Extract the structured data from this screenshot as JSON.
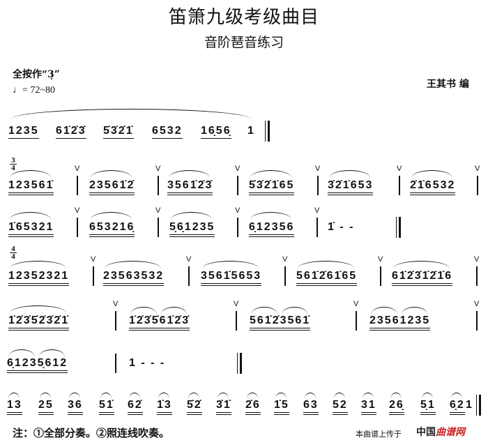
{
  "title": "笛箫九级考级曲目",
  "subtitle": "音阶琶音练习",
  "fingering_hint": "全按作“3̣”",
  "tempo": "♩= 72~80",
  "author": "王其书 编",
  "time_signatures": [
    {
      "num": "3",
      "den": "4"
    },
    {
      "num": "4",
      "den": "4"
    }
  ],
  "breath_mark": "V",
  "rows": [
    [
      "1235",
      "61̇2̇3̇",
      "5̇3̇2̇1̇",
      "6532",
      "16̣56̣",
      "1"
    ],
    [
      "123561̇",
      "23561̇2̇",
      "3561̇2̇3̇",
      "5̇3̇2̇1̇65",
      "3̇2̇1̇653",
      "2̇1̇6532"
    ],
    [
      "1̇65321",
      "653216̣",
      "5̣6̣1235",
      "6̣12356",
      "1̇  -  -"
    ],
    [
      "12352321",
      "23563532",
      "3561̇5653",
      "561̇2̇61̇65",
      "61̇2̇3̇1̇2̇1̇6"
    ],
    [
      "1̇2̇3̇5̇2̇3̇2̇1̇",
      "1̇2̇3̇5̇61̇2̇3̇",
      "561̇2̇3561̇",
      "23561235"
    ],
    [
      "6̣1235̣612",
      "1  -  -  -"
    ],
    [
      "13",
      "25",
      "36",
      "51̇",
      "62̇",
      "1̇3",
      "5̇2̇",
      "3̇1̇",
      "2̇6",
      "1̇5",
      "63",
      "52",
      "31",
      "26̣",
      "5̣1",
      "6̣2",
      "1"
    ]
  ],
  "footer": {
    "note": "注：①全部分奏。②照连线吹奏。",
    "upload_text": "本曲谱上传于",
    "logo_text_1": "中国",
    "logo_text_2": "曲谱网"
  }
}
